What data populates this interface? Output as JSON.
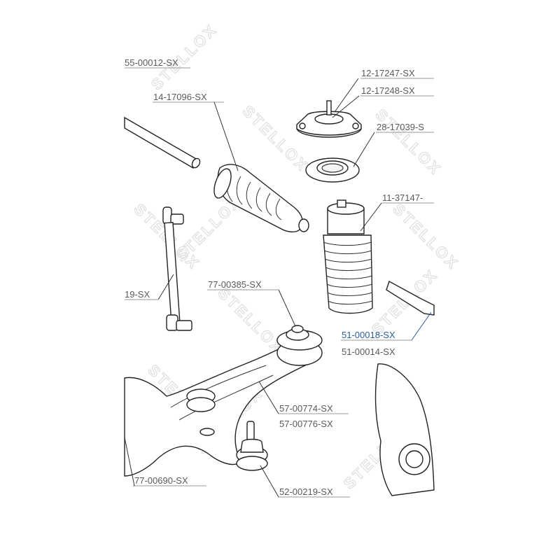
{
  "watermark": "STELLOX",
  "colors": {
    "text": "#5a5a5a",
    "highlight": "#2a5fa0",
    "line": "#222222"
  },
  "parts": [
    {
      "id": "p1",
      "label": "55-00012-SX"
    },
    {
      "id": "p2",
      "label": "12-17247-SX"
    },
    {
      "id": "p3",
      "label": "12-17248-SX"
    },
    {
      "id": "p4",
      "label": "14-17096-SX"
    },
    {
      "id": "p5",
      "label": "28-17039-S"
    },
    {
      "id": "p6",
      "label": "11-37147-"
    },
    {
      "id": "p7",
      "label": "19-SX"
    },
    {
      "id": "p8",
      "label": "77-00385-SX"
    },
    {
      "id": "p9",
      "label": "51-00018-SX",
      "highlight": true
    },
    {
      "id": "p10",
      "label": "51-00014-SX"
    },
    {
      "id": "p11",
      "label": "57-00774-SX"
    },
    {
      "id": "p12",
      "label": "57-00776-SX"
    },
    {
      "id": "p13",
      "label": "77-00690-SX"
    },
    {
      "id": "p14",
      "label": "52-00219-SX"
    }
  ]
}
